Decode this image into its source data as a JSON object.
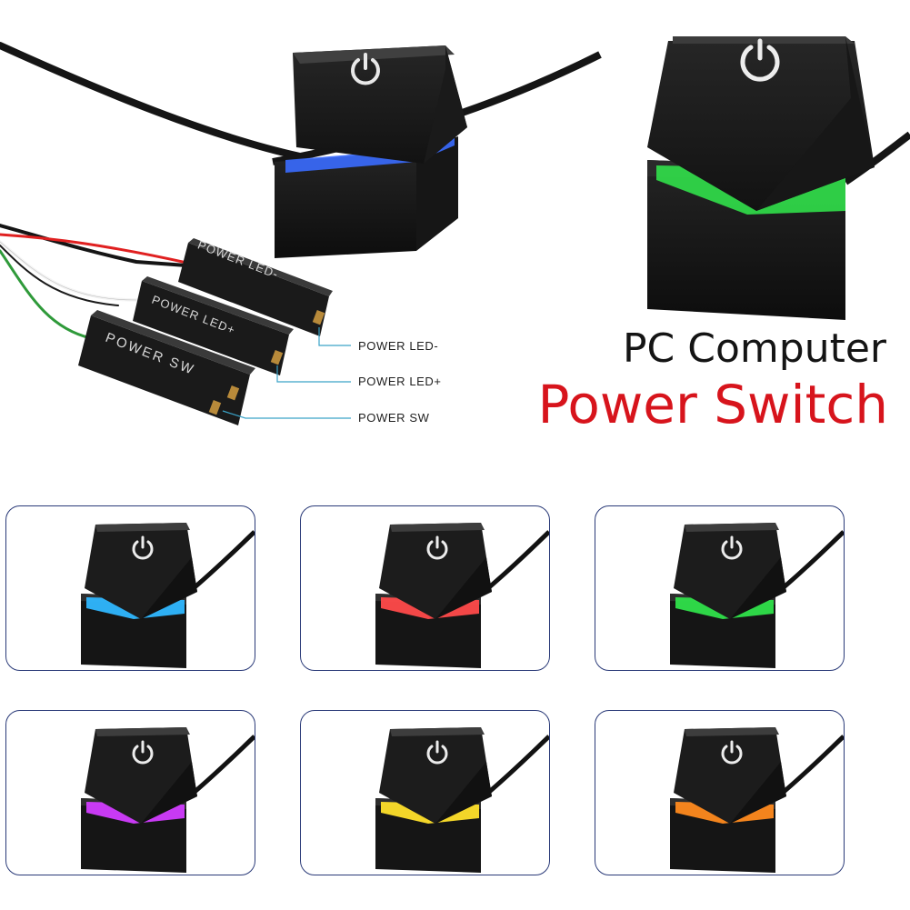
{
  "headline": {
    "line1": "PC Computer",
    "line2": "Power Switch",
    "line1_color": "#141414",
    "line2_color": "#d7141c"
  },
  "connectors": [
    {
      "label": "POWER LED-",
      "callout": "POWER LED-"
    },
    {
      "label": "POWER LED+",
      "callout": "POWER LED+"
    },
    {
      "label": "POWER SW",
      "callout": "POWER SW"
    }
  ],
  "callout_line_color": "#3aa3c8",
  "hero_switches": [
    {
      "glow": "#3a6cff",
      "glow_name": "blue"
    },
    {
      "glow": "#31e04a",
      "glow_name": "green"
    }
  ],
  "variants": [
    {
      "glow": "#2fb7ff",
      "glow_name": "cyan"
    },
    {
      "glow": "#ff4a4a",
      "glow_name": "red"
    },
    {
      "glow": "#2fe04a",
      "glow_name": "green"
    },
    {
      "glow": "#d23cff",
      "glow_name": "purple"
    },
    {
      "glow": "#ffe02a",
      "glow_name": "yellow"
    },
    {
      "glow": "#ff8a1e",
      "glow_name": "orange"
    }
  ],
  "panel_border_color": "#2a3a78",
  "icons": {
    "power": "power-icon",
    "cable": "cable-icon",
    "connector": "connector-block-icon"
  }
}
